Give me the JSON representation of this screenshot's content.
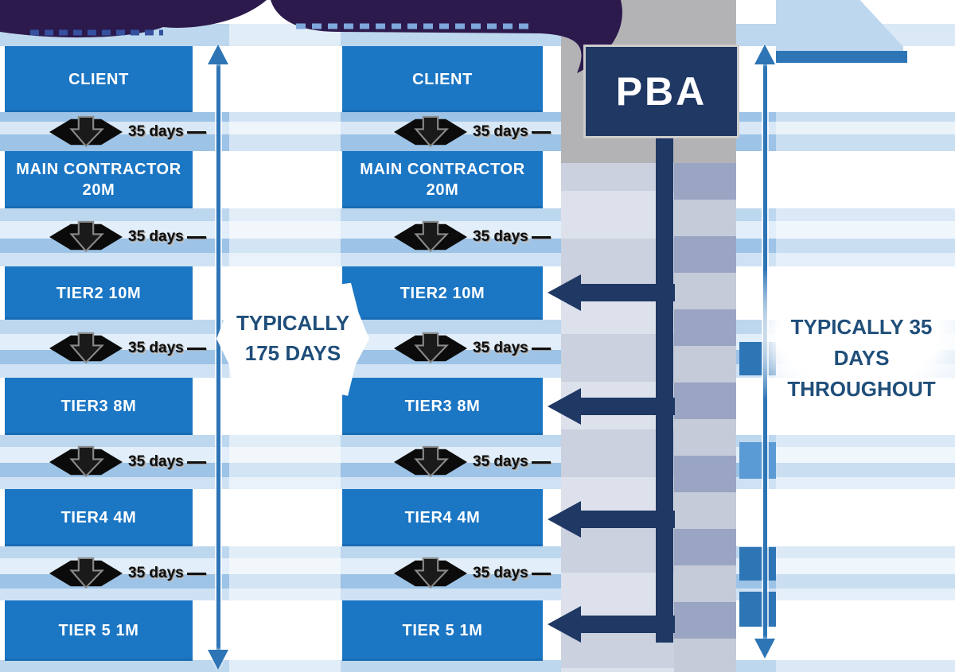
{
  "diagram": {
    "interval_label": "35 days",
    "left_column": {
      "rows": [
        "CLIENT",
        "MAIN CONTRACTOR\n20M",
        "TIER2  10M",
        "TIER3  8M",
        "TIER4  4M",
        "TIER 5  1M"
      ],
      "summary": "TYPICALLY\n175 DAYS"
    },
    "right_column": {
      "rows": [
        "CLIENT",
        "MAIN CONTRACTOR\n20M",
        "TIER2  10M",
        "TIER3  8M",
        "TIER4  4M",
        "TIER 5  1M"
      ],
      "summary": "TYPICALLY 35 DAYS\nTHROUGHOUT"
    },
    "bank_box_label": "PBA",
    "colors": {
      "box_blue": "#1B76C4",
      "navy": "#1F3864",
      "banner_purple": "#2C1A4D",
      "accent_blue": "#2E75B6",
      "stripe_light_blue": "#BDD7EE",
      "gray_column": "#B3B3B5",
      "label_text": "#1F4E79",
      "arrow_black": "#0D0D0D"
    }
  }
}
